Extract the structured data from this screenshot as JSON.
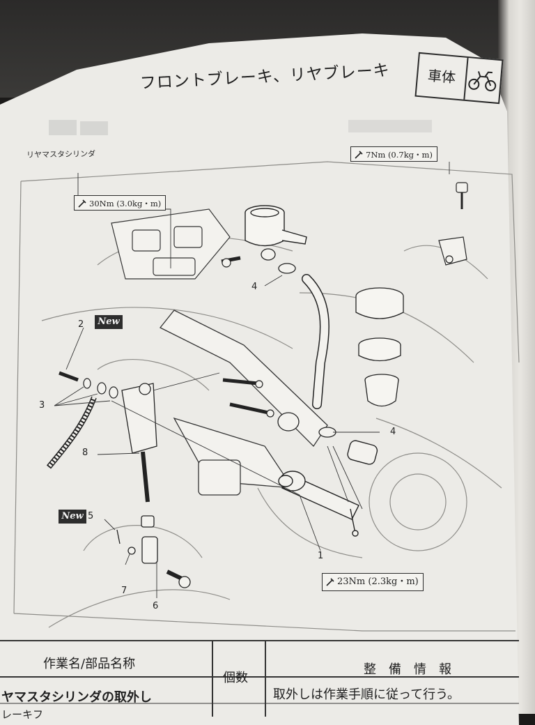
{
  "header": {
    "title": "フロントブレーキ、リヤブレーキ",
    "section": "車体",
    "section_icon": "motorcycle-icon"
  },
  "subtitle": "リヤマスタシリンダ",
  "torque_specs": {
    "t1": "30Nm (3.0kg・m)",
    "t2": "7Nm (0.7kg・m)",
    "t3": "23Nm (2.3kg・m)"
  },
  "badges": {
    "new1": "New",
    "new2": "New"
  },
  "callouts": {
    "c1": "1",
    "c2": "2",
    "c3": "3",
    "c4a": "4",
    "c4b": "4",
    "c5": "5",
    "c6": "6",
    "c7": "7",
    "c8": "8"
  },
  "table": {
    "col_work": "作業名/部品名称",
    "col_qty": "個数",
    "col_info": "整　備　情　報",
    "row1_name": "ヤマスタシリンダの取外し",
    "row1_info": "取外しは作業手順に従って行う。",
    "row2_name": "レーキフ"
  }
}
